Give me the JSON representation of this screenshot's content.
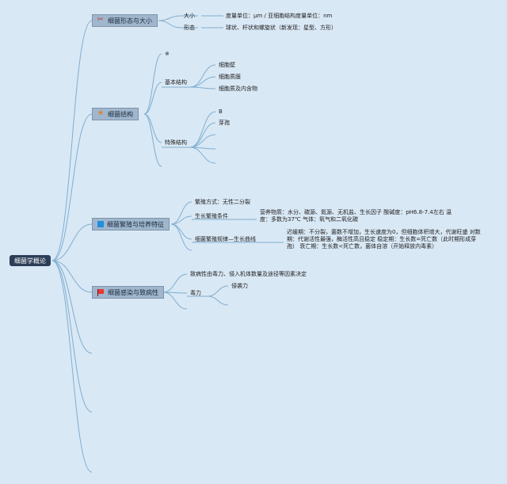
{
  "root": {
    "label": "细菌学概论"
  },
  "topics": [
    {
      "label": "细菌形态与大小",
      "icon": "tool-icon",
      "children": [
        {
          "label": "大小",
          "detail": "度量单位：μm / 亚细胞结构度量单位：nm"
        },
        {
          "label": "形态",
          "detail": "球状、杆状和螺旋状（新发现：星型、方形）"
        }
      ]
    },
    {
      "label": "细菌结构",
      "icon": "star-icon",
      "children": [
        {
          "label": "※"
        },
        {
          "label": "基本结构",
          "items": [
            "细胞壁",
            "细胞质膜",
            "细胞质及内含物"
          ]
        },
        {
          "label": "特殊结构",
          "items": [
            "B",
            "芽孢",
            "",
            "",
            ""
          ]
        }
      ]
    },
    {
      "label": "细菌繁殖与培养特征",
      "icon": "square-icon",
      "children": [
        {
          "label": "繁殖方式：无性二分裂"
        },
        {
          "label": "生长繁殖条件",
          "detail": "营养物质：水分、碳源、氮源、无机盐、生长因子 酸碱度：pH6.8-7.4左右 温度：多数为37℃ 气体：氧气和二氧化碳"
        },
        {
          "label": "细菌繁殖规律—生长曲线",
          "detail": "迟缓期：不分裂，菌数不增加，生长速度为0，但细胞体积增大，代谢旺盛 对数期：代谢活性最强，酶活性高且稳定 稳定期：生长数=死亡数（此时期形成芽孢） 衰亡期：生长数<死亡数，菌体自溶（开始释放内毒素）"
        }
      ]
    },
    {
      "label": "细菌感染与致病性",
      "icon": "flag-icon",
      "children": [
        {
          "label": "致病性由毒力、侵入机体数量及途径等因素决定"
        },
        {
          "label": "毒力",
          "items": [
            "侵袭力"
          ]
        },
        {
          "label": ""
        }
      ]
    }
  ],
  "colors": {
    "background": "#d9e8f5",
    "line": "#7faed0",
    "topic_fill": "#9fb6cc",
    "root_fill": "#2c3e57"
  }
}
